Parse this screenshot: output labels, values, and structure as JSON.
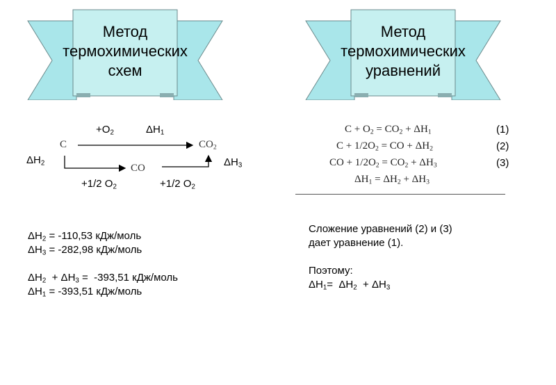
{
  "left_banner": {
    "title": "Метод\nтермохимических\nсхем"
  },
  "right_banner": {
    "title": "Метод\nтермохимических\nуравнений"
  },
  "scheme": {
    "c": "C",
    "co2_base": "CO",
    "co2_sub": "2",
    "co": "CO",
    "top_label_base": "+O",
    "top_label_sub": "2",
    "dh1_base": "ΔH",
    "dh1_sub": "1",
    "dh2_base": "ΔH",
    "dh2_sub": "2",
    "dh3_base": "ΔH",
    "dh3_sub": "3",
    "bottom_left_base": "+1/2 O",
    "bottom_left_sub": "2",
    "bottom_right_base": "+1/2 O",
    "bottom_right_sub": "2"
  },
  "left_values": [
    {
      "dh": "ΔH",
      "sub": "2",
      "rest": " = -110,53 кДж/моль"
    },
    {
      "dh": "ΔH",
      "sub": "3",
      "rest": " = -282,98 кДж/моль"
    },
    {
      "dh": "ΔH",
      "sub": "2",
      "mid": "  + ΔH",
      "sub2": "3",
      "rest": " =  -393,51 кДж/моль"
    },
    {
      "dh": "ΔH",
      "sub": "1",
      "rest": " = -393,51 кДж/моль"
    }
  ],
  "equations": [
    {
      "p1": "C + O",
      "s1": "2",
      "p2": " = CO",
      "s2": "2",
      "p3": " + ΔH",
      "s3": "1",
      "num": "(1)"
    },
    {
      "p1": "C + 1/2O",
      "s1": "2",
      "p2": " = CO + ΔH",
      "s2": "2",
      "num": "(2)"
    },
    {
      "p1": "CO + 1/2O",
      "s1": "2",
      "p2": " = CO",
      "s2": "2",
      "p3": " + ΔH",
      "s3": "3",
      "num": "(3)"
    },
    {
      "p1": "ΔH",
      "s1": "1",
      "p2": " = ΔH",
      "s2": "2",
      "p3": " + ΔH",
      "s3": "3"
    }
  ],
  "right_text": {
    "line1": "Сложение уравнений (2) и (3)",
    "line2": "дает уравнение (1).",
    "line3": "Поэтому:",
    "f_a": "ΔH",
    "f_a_sub": "1",
    "f_b": "=  ΔH",
    "f_b_sub": "2",
    "f_c": "  + ΔH",
    "f_c_sub": "3"
  },
  "colors": {
    "banner_fill": "#c6f0f0",
    "banner_wing": "#a9e6ea",
    "banner_outline": "#6b8a8c"
  }
}
